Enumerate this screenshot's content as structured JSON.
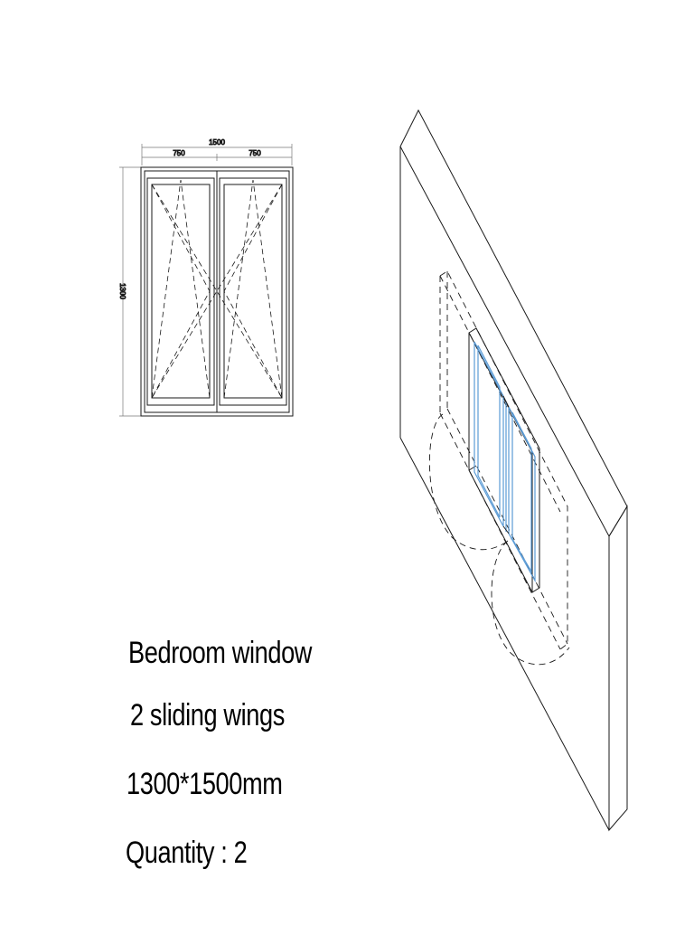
{
  "front_view": {
    "overall_width": "1500",
    "left_wing_width": "750",
    "right_wing_width": "750",
    "height": "1300"
  },
  "description": {
    "title": "Bedroom window",
    "wings": "2 sliding wings",
    "dimensions": "1300*1500mm",
    "quantity": "Quantity : 2"
  },
  "colors": {
    "line": "#1a1a1a",
    "dimension": "#777777",
    "glass_accent": "#5b9bd5"
  }
}
